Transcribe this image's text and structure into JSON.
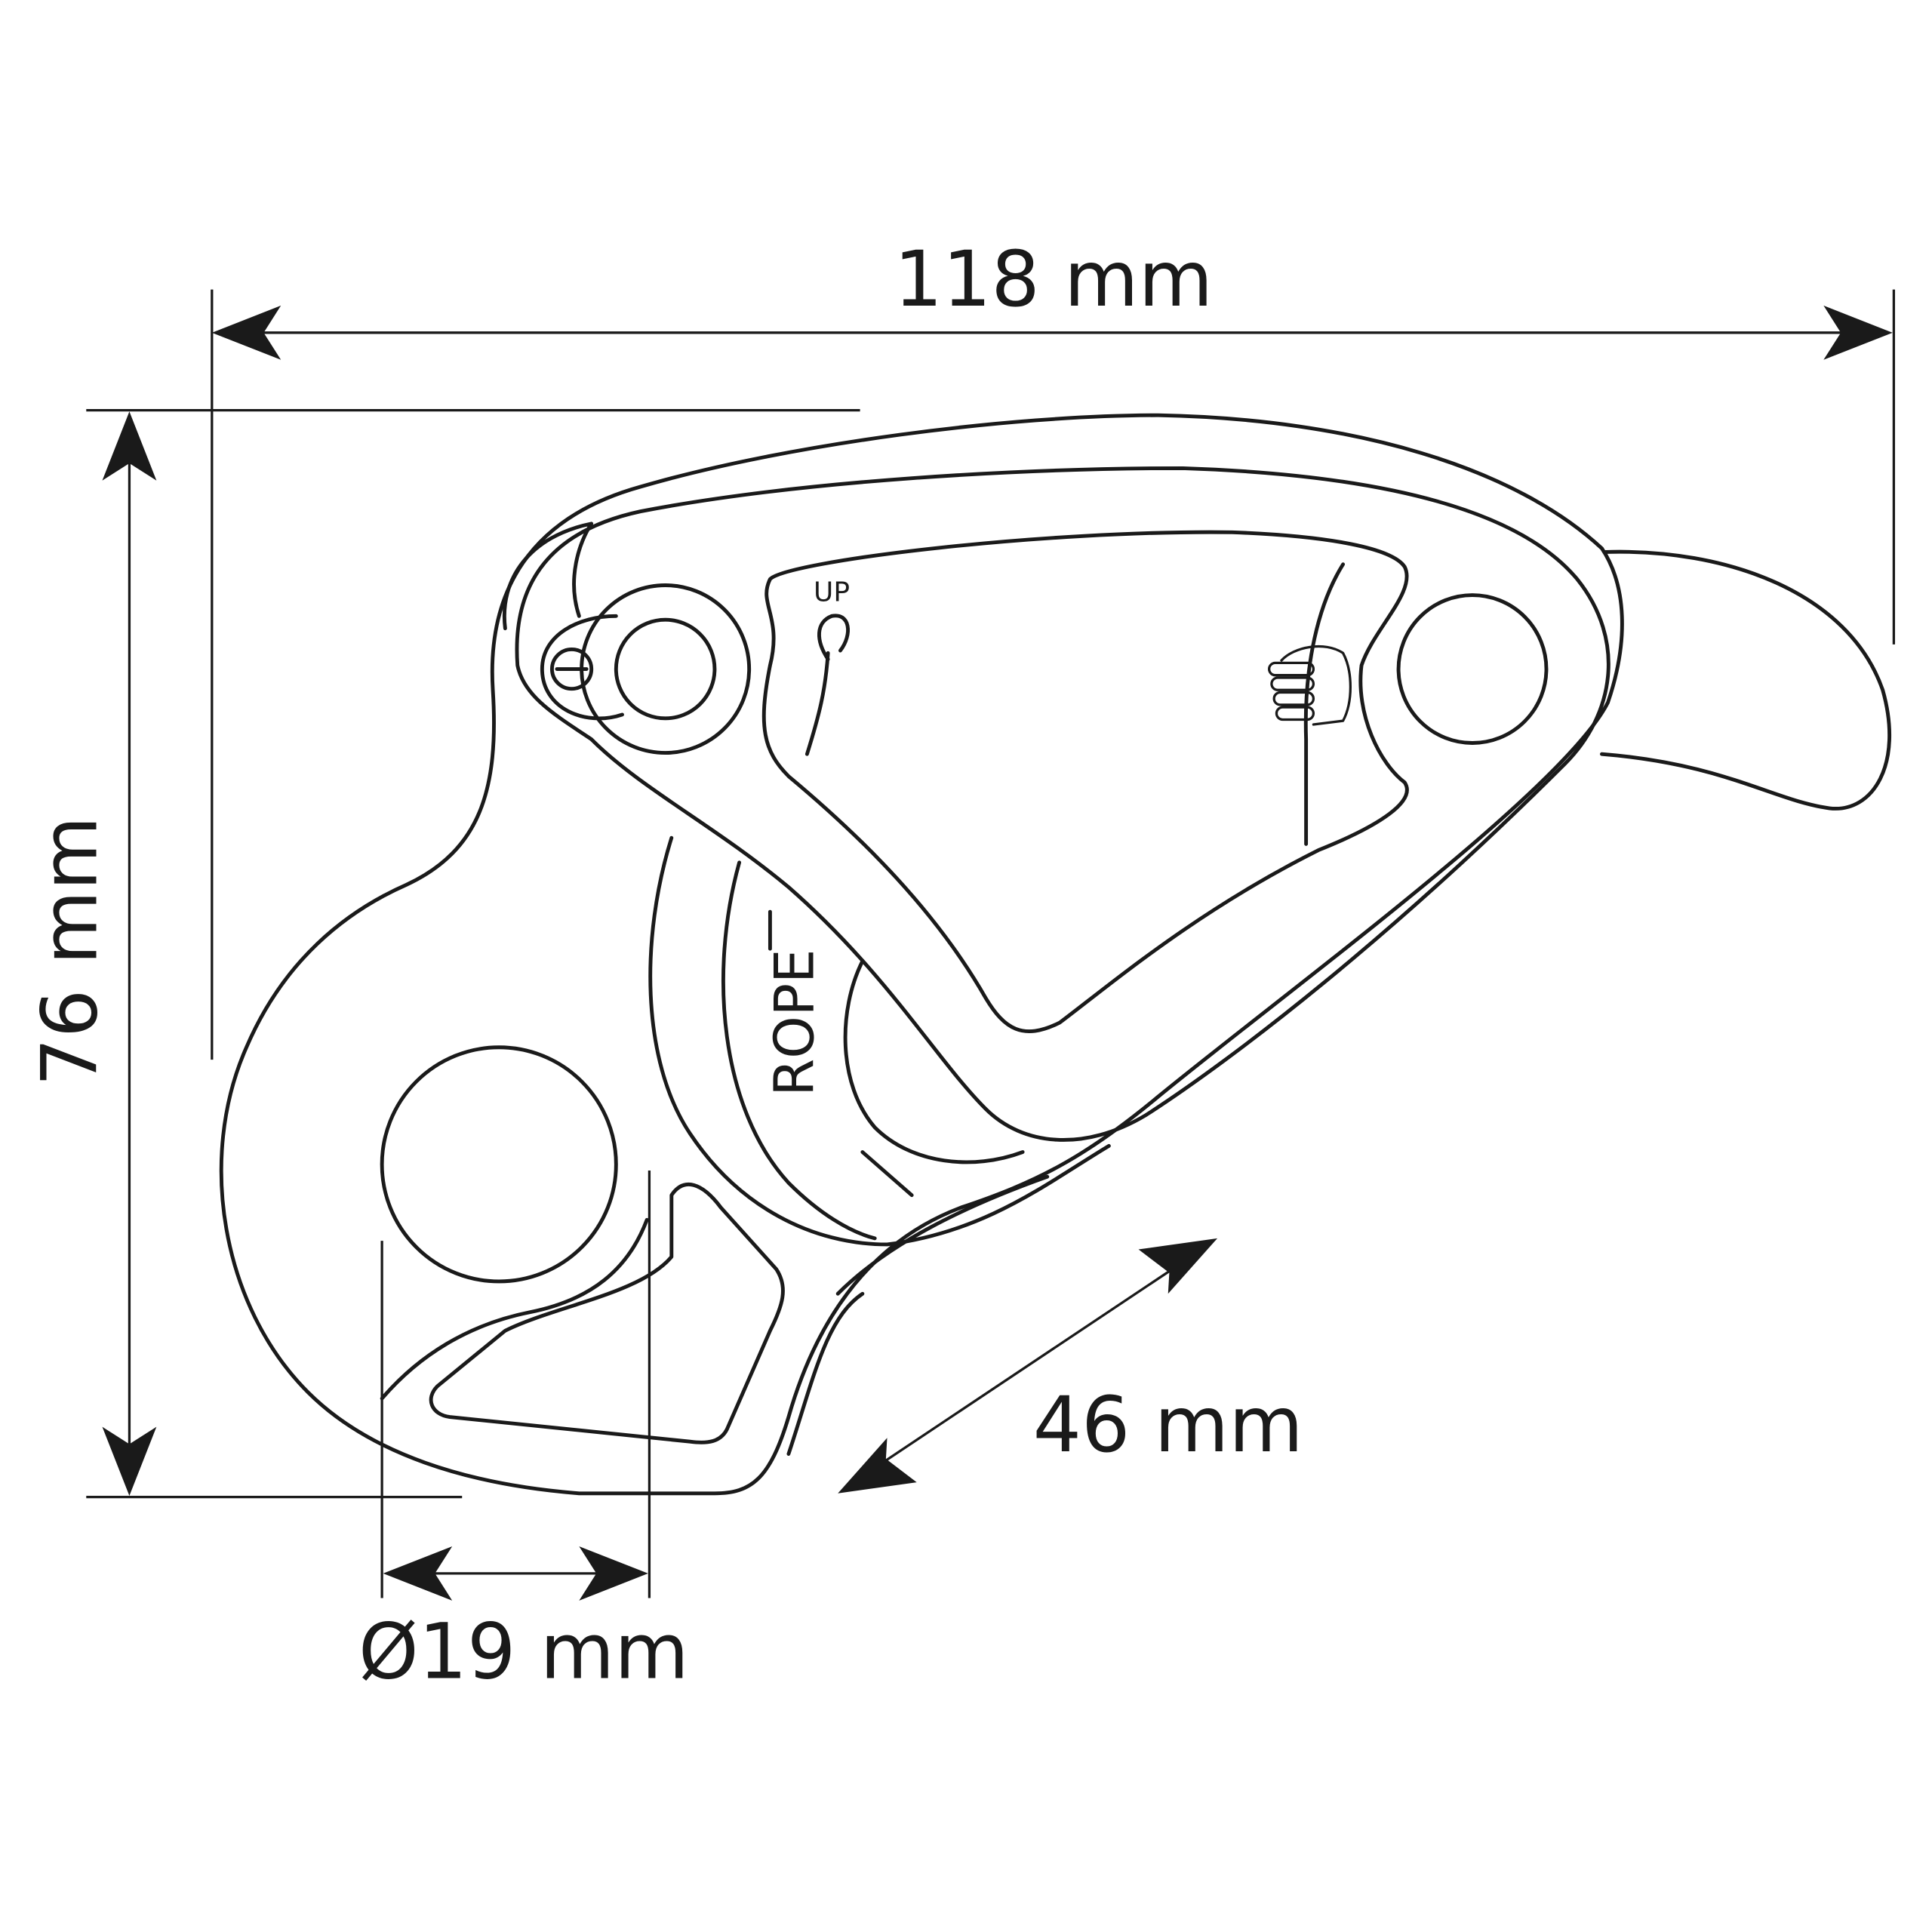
{
  "dimensions": {
    "width": "118 mm",
    "height": "76 mm",
    "opening": "46 mm",
    "rope_diameter": "Ø19 mm"
  },
  "device_markings": {
    "up": "UP",
    "rope": "ROPE"
  },
  "colors": {
    "line": "#1a1a1a",
    "background": "#ffffff"
  }
}
